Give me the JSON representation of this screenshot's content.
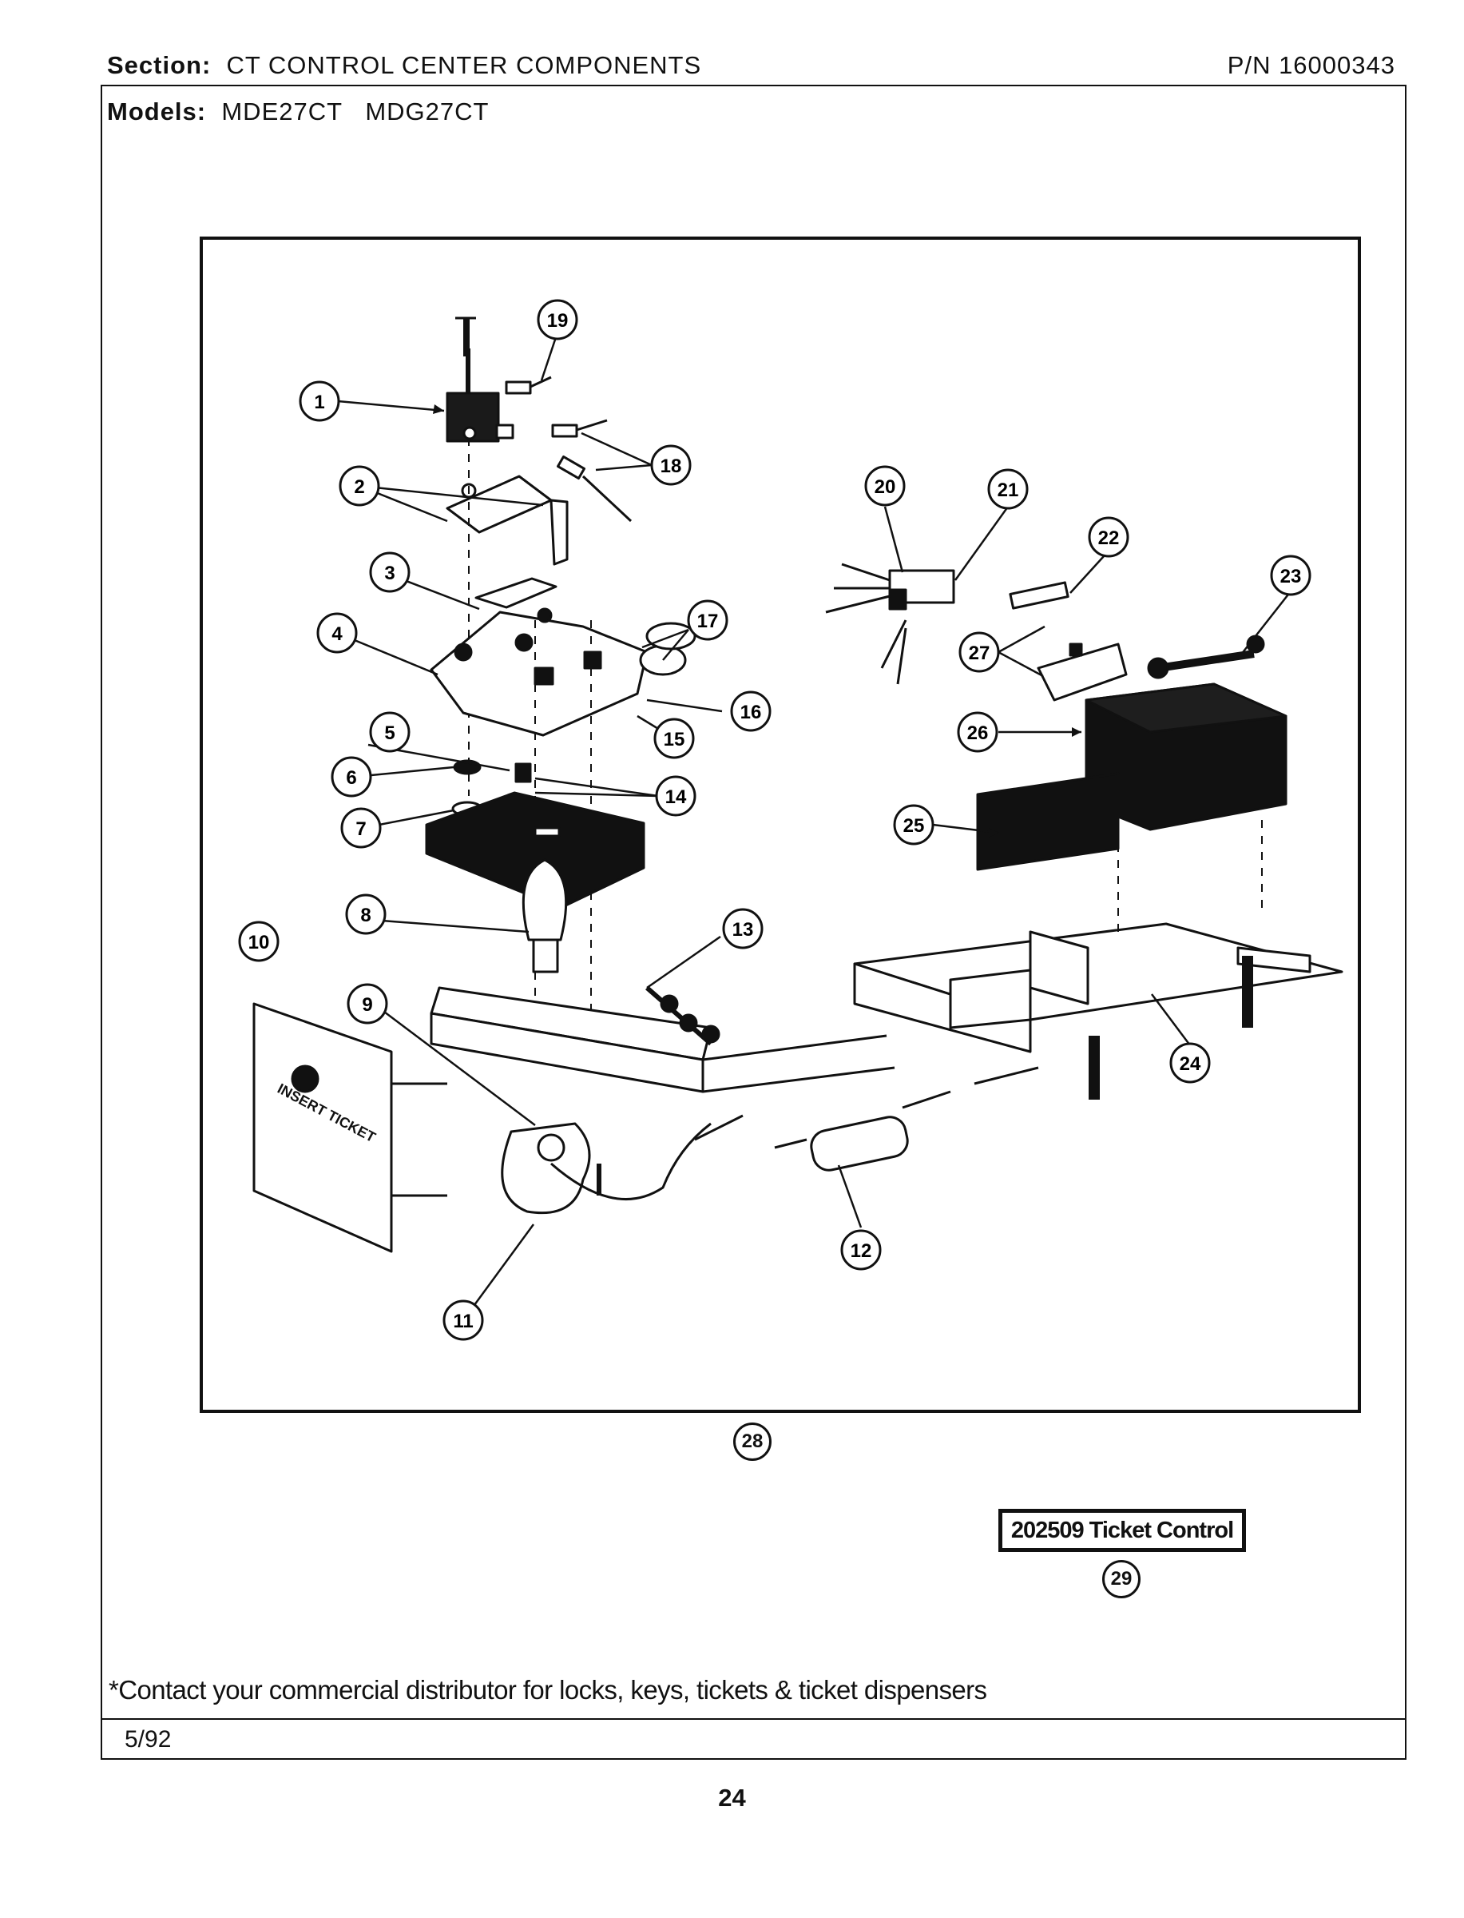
{
  "header": {
    "section_label": "Section:",
    "section_value": "CT CONTROL CENTER COMPONENTS",
    "part_number": "P/N 16000343",
    "models_label": "Models:",
    "models_value": "MDE27CT   MDG27CT"
  },
  "diagram": {
    "callouts": [
      "1",
      "2",
      "3",
      "4",
      "5",
      "6",
      "7",
      "8",
      "9",
      "10",
      "11",
      "12",
      "13",
      "14",
      "15",
      "16",
      "17",
      "18",
      "19",
      "20",
      "21",
      "22",
      "23",
      "24",
      "25",
      "26",
      "27",
      "28",
      "29"
    ],
    "panel_text": "INSERT TICKET"
  },
  "kit": {
    "label": "202509 Ticket Control",
    "callout": "29"
  },
  "frame_callout": "28",
  "footer": {
    "note": "*Contact your commercial distributor for locks, keys, tickets & ticket dispensers",
    "date": "5/92",
    "page_number": "24"
  }
}
